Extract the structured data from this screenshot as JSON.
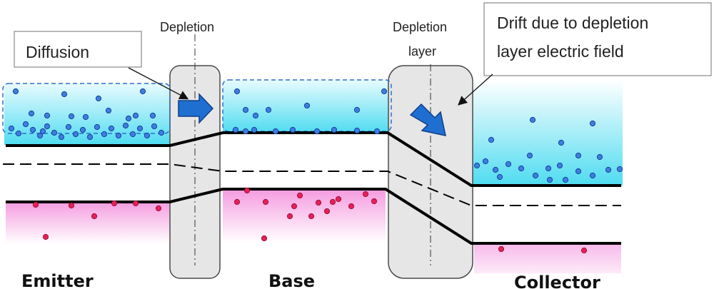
{
  "labels": {
    "emitter": "Emitter",
    "base": "Base",
    "collector": "Collector",
    "depletion_left": "Depletion",
    "depletion_right_line1": "Depletion",
    "depletion_right_line2": "layer",
    "diffusion": "Diffusion",
    "drift_line1": "Drift due to depletion",
    "drift_line2": "layer electric field"
  },
  "colors": {
    "electron_fill": "#3d7fe0",
    "electron_stroke": "#1a3f9c",
    "hole_fill": "#e8205a",
    "hole_stroke": "#a0103a",
    "conduction_gradient_top": "#e8fbff",
    "conduction_gradient_bottom": "#4fdcf0",
    "valence_gradient_top": "#f59be0",
    "valence_gradient_bottom": "#ffffff",
    "depletion_fill": "#e6e6e6",
    "arrow_fill": "#1f6fd0",
    "band_line": "#000000"
  },
  "icons": {
    "diffusion_arrow": "arrow-right-icon",
    "drift_arrow": "arrow-down-right-icon"
  }
}
